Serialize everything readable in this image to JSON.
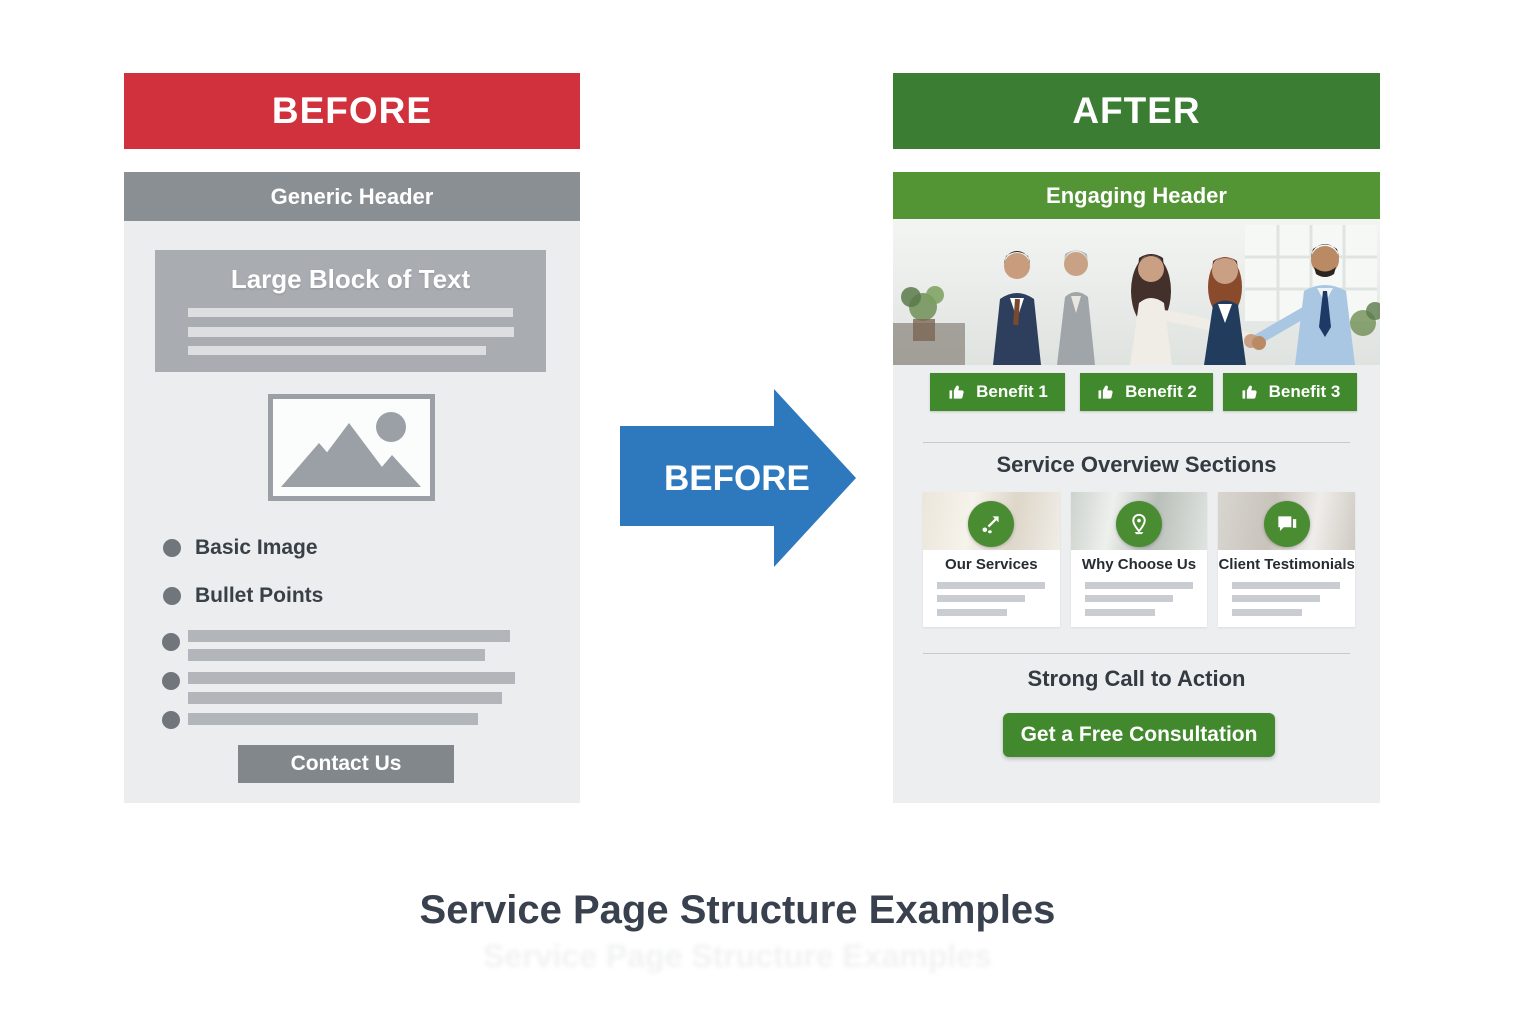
{
  "page": {
    "caption": "Service Page Structure Examples"
  },
  "colors": {
    "before_banner_red": "#d0313d",
    "generic_header_gray": "#8a8f94",
    "panel_gray_bg": "#ebedee",
    "arrow_blue": "#2e79bd",
    "after_banner_green": "#3c7d34",
    "engaging_header_green": "#539434",
    "button_green": "#40892c",
    "icon_circle_green": "#4a8c31",
    "heading_dark": "#333a42"
  },
  "before": {
    "banner_label": "BEFORE",
    "header_label": "Generic Header",
    "text_block_title": "Large Block of Text",
    "image_icon": "image-placeholder-icon",
    "bullets": [
      {
        "label": "Basic Image"
      },
      {
        "label": "Bullet Points"
      }
    ],
    "contact_button_label": "Contact Us"
  },
  "arrow": {
    "label": "BEFORE",
    "icon": "right-arrow-icon"
  },
  "after": {
    "banner_label": "AFTER",
    "header_label": "Engaging Header",
    "photo": "business-team-handshake-photo",
    "benefits": [
      {
        "label": "Benefit 1",
        "icon": "thumbs-up-icon"
      },
      {
        "label": "Benefit 2",
        "icon": "thumbs-up-icon"
      },
      {
        "label": "Benefit 3",
        "icon": "thumbs-up-icon"
      }
    ],
    "section_title": "Service Overview Sections",
    "cards": [
      {
        "title": "Our Services",
        "icon": "growth-arrow-icon"
      },
      {
        "title": "Why Choose Us",
        "icon": "location-pin-icon"
      },
      {
        "title": "Client Testimonials",
        "icon": "speech-bubbles-icon"
      }
    ],
    "cta_heading": "Strong Call to Action",
    "cta_button_label": "Get a Free Consultation"
  }
}
